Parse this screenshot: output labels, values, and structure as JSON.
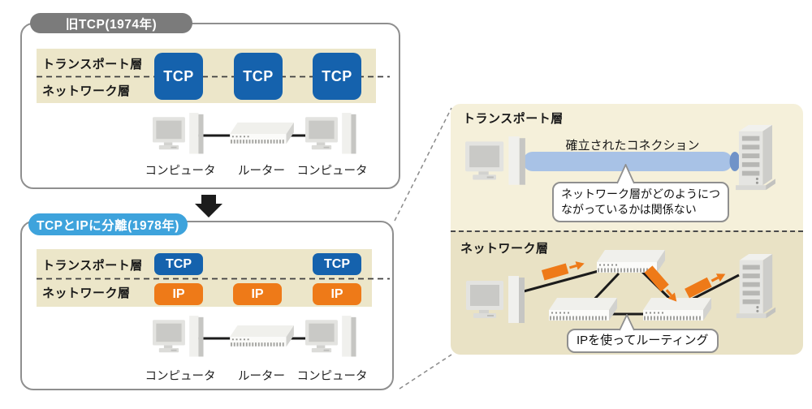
{
  "left_top_box": {
    "title": "旧TCP(1974年)",
    "transport_label": "トランスポート層",
    "network_label": "ネットワーク層",
    "chips": [
      "TCP",
      "TCP",
      "TCP"
    ],
    "device_labels": [
      "コンピュータ",
      "ルーター",
      "コンピュータ"
    ]
  },
  "left_bottom_box": {
    "title": "TCPとIPに分離(1978年)",
    "transport_label": "トランスポート層",
    "network_label": "ネットワーク層",
    "tcp_chips": [
      "TCP",
      "TCP"
    ],
    "ip_chips": [
      "IP",
      "IP",
      "IP"
    ],
    "device_labels": [
      "コンピュータ",
      "ルーター",
      "コンピュータ"
    ]
  },
  "detail_panel": {
    "transport_section": {
      "label": "トランスポート層",
      "connection_label": "確立されたコネクション",
      "note_line1": "ネットワーク層がどのようにつ",
      "note_line2": "ながっているかは関係ない"
    },
    "network_section": {
      "label": "ネットワーク層",
      "note": "IPを使ってルーティング"
    }
  },
  "colors": {
    "tcp_blue": "#1562ad",
    "ip_orange": "#ee7a18",
    "packet_orange": "#ee7a18",
    "title_pill_gray": "#7b7b7b",
    "title_pill_blue": "#3ea3dc",
    "layer_band_beige": "#ece6c9",
    "panel_top_beige": "#f5f0da",
    "panel_bottom_tan": "#e9e2c5",
    "connection_pipe_blue": "#a8c2e6",
    "pipe_cap_blue": "#7093c8"
  }
}
